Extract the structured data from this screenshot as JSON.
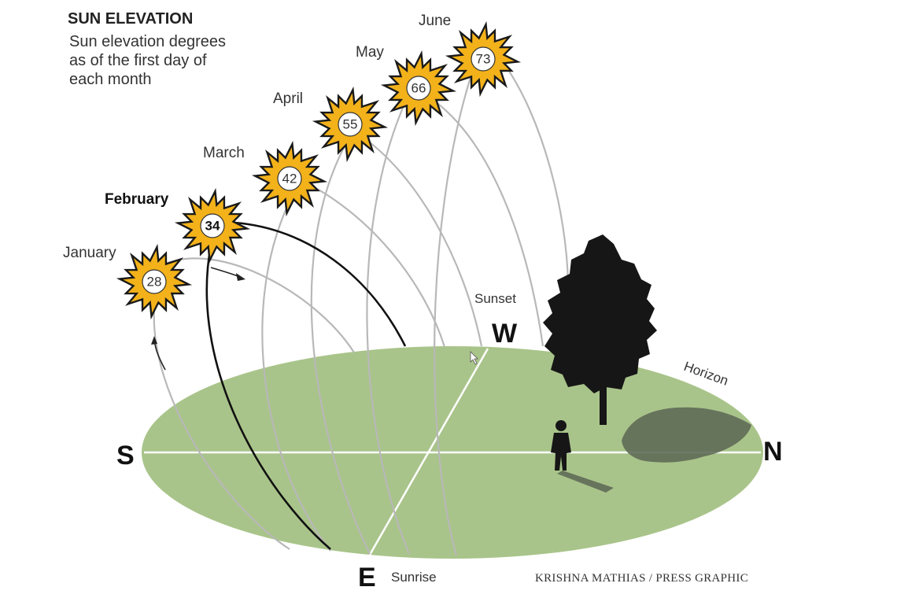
{
  "header": {
    "title": "SUN ELEVATION",
    "subtitle_lines": [
      "Sun elevation degrees",
      "as of the first day of",
      "each month"
    ]
  },
  "months": [
    {
      "label": "January",
      "elevation": "28",
      "highlight": false
    },
    {
      "label": "February",
      "elevation": "34",
      "highlight": true
    },
    {
      "label": "March",
      "elevation": "42",
      "highlight": false
    },
    {
      "label": "April",
      "elevation": "55",
      "highlight": false
    },
    {
      "label": "May",
      "elevation": "66",
      "highlight": false
    },
    {
      "label": "June",
      "elevation": "73",
      "highlight": false
    }
  ],
  "compass": {
    "south": "S",
    "north": "N",
    "west": "W",
    "east": "E"
  },
  "labels": {
    "sunset": "Sunset",
    "sunrise": "Sunrise",
    "horizon": "Horizon"
  },
  "credit": "KRISHNA MATHIAS / PRESS GRAPHIC",
  "colors": {
    "ground": "#a9c48a",
    "sun_outer": "#f3b21a",
    "sun_inner": "#ffffff",
    "arc": "#b8b8b8",
    "arc_highlight": "#111111"
  }
}
